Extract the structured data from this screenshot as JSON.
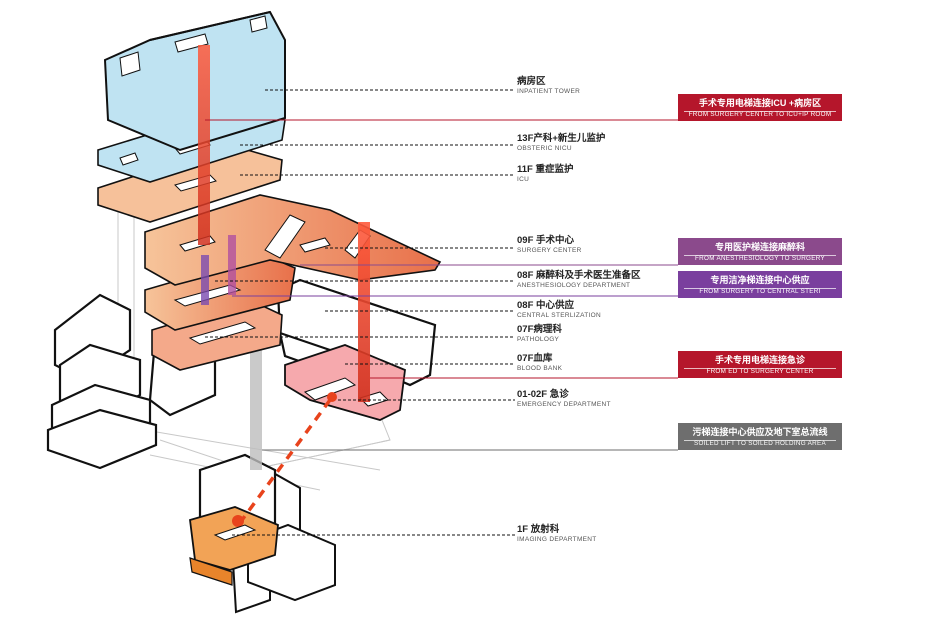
{
  "floors": [
    {
      "zh": "病房区",
      "en": "INPATIENT TOWER"
    },
    {
      "zh": "13F产科+新生儿监护",
      "en": "OBSTERIC NICU"
    },
    {
      "zh": "11F 重症监护",
      "en": "ICU"
    },
    {
      "zh": "09F 手术中心",
      "en": "SURGERY CENTER"
    },
    {
      "zh": "08F 麻醉科及手术医生准备区",
      "en": "ANESTHESIOLOGY DEPARTMENT"
    },
    {
      "zh": "08F 中心供应",
      "en": "CENTRAL STERLIZATION"
    },
    {
      "zh": "07F病理科",
      "en": "PATHOLOGY"
    },
    {
      "zh": "07F血库",
      "en": "BLOOD BANK"
    },
    {
      "zh": "01-02F 急诊",
      "en": "EMERGENCY DEPARTMENT"
    },
    {
      "zh": "1F 放射科",
      "en": "IMAGING DEPARTMENT"
    }
  ],
  "routes": [
    {
      "zh": "手术专用电梯连接ICU +病房区",
      "en": "FROM SURGERY CENTER TO ICU+IP ROOM",
      "color": "#b5162b"
    },
    {
      "zh": "专用医护梯连接麻醉科",
      "en": "FROM ANESTHESIOLOGY TO SURGERY",
      "color": "#8b4a8c"
    },
    {
      "zh": "专用洁净梯连接中心供应",
      "en": "FROM SURGERY TO CENTRAL STERI",
      "color": "#7a3f9e"
    },
    {
      "zh": "手术专用电梯连接急诊",
      "en": "FROM ED TO SURGERY CENTER",
      "color": "#b5162b"
    },
    {
      "zh": "污梯连接中心供应及地下室总流线",
      "en": "SOILED LIFT TO SOILED HOLDING AREA",
      "color": "#6e6e6e"
    }
  ]
}
